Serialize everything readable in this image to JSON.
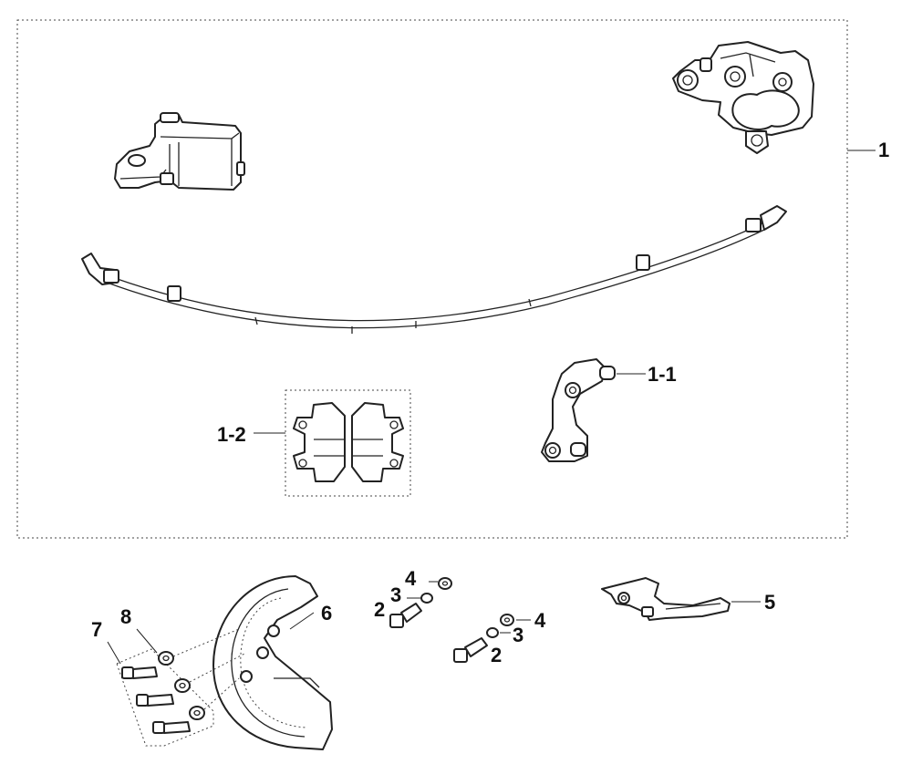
{
  "callouts": {
    "kit": "1",
    "bracket": "1-1",
    "pads": "1-2",
    "bolt_left": "2",
    "bolt_right": "2",
    "washer_left": "3",
    "washer_right": "3",
    "flat_washer_left": "4",
    "flat_washer_right": "4",
    "lever": "5",
    "disc_guard": "6",
    "guard_screws": "7",
    "guard_washers": "8"
  }
}
